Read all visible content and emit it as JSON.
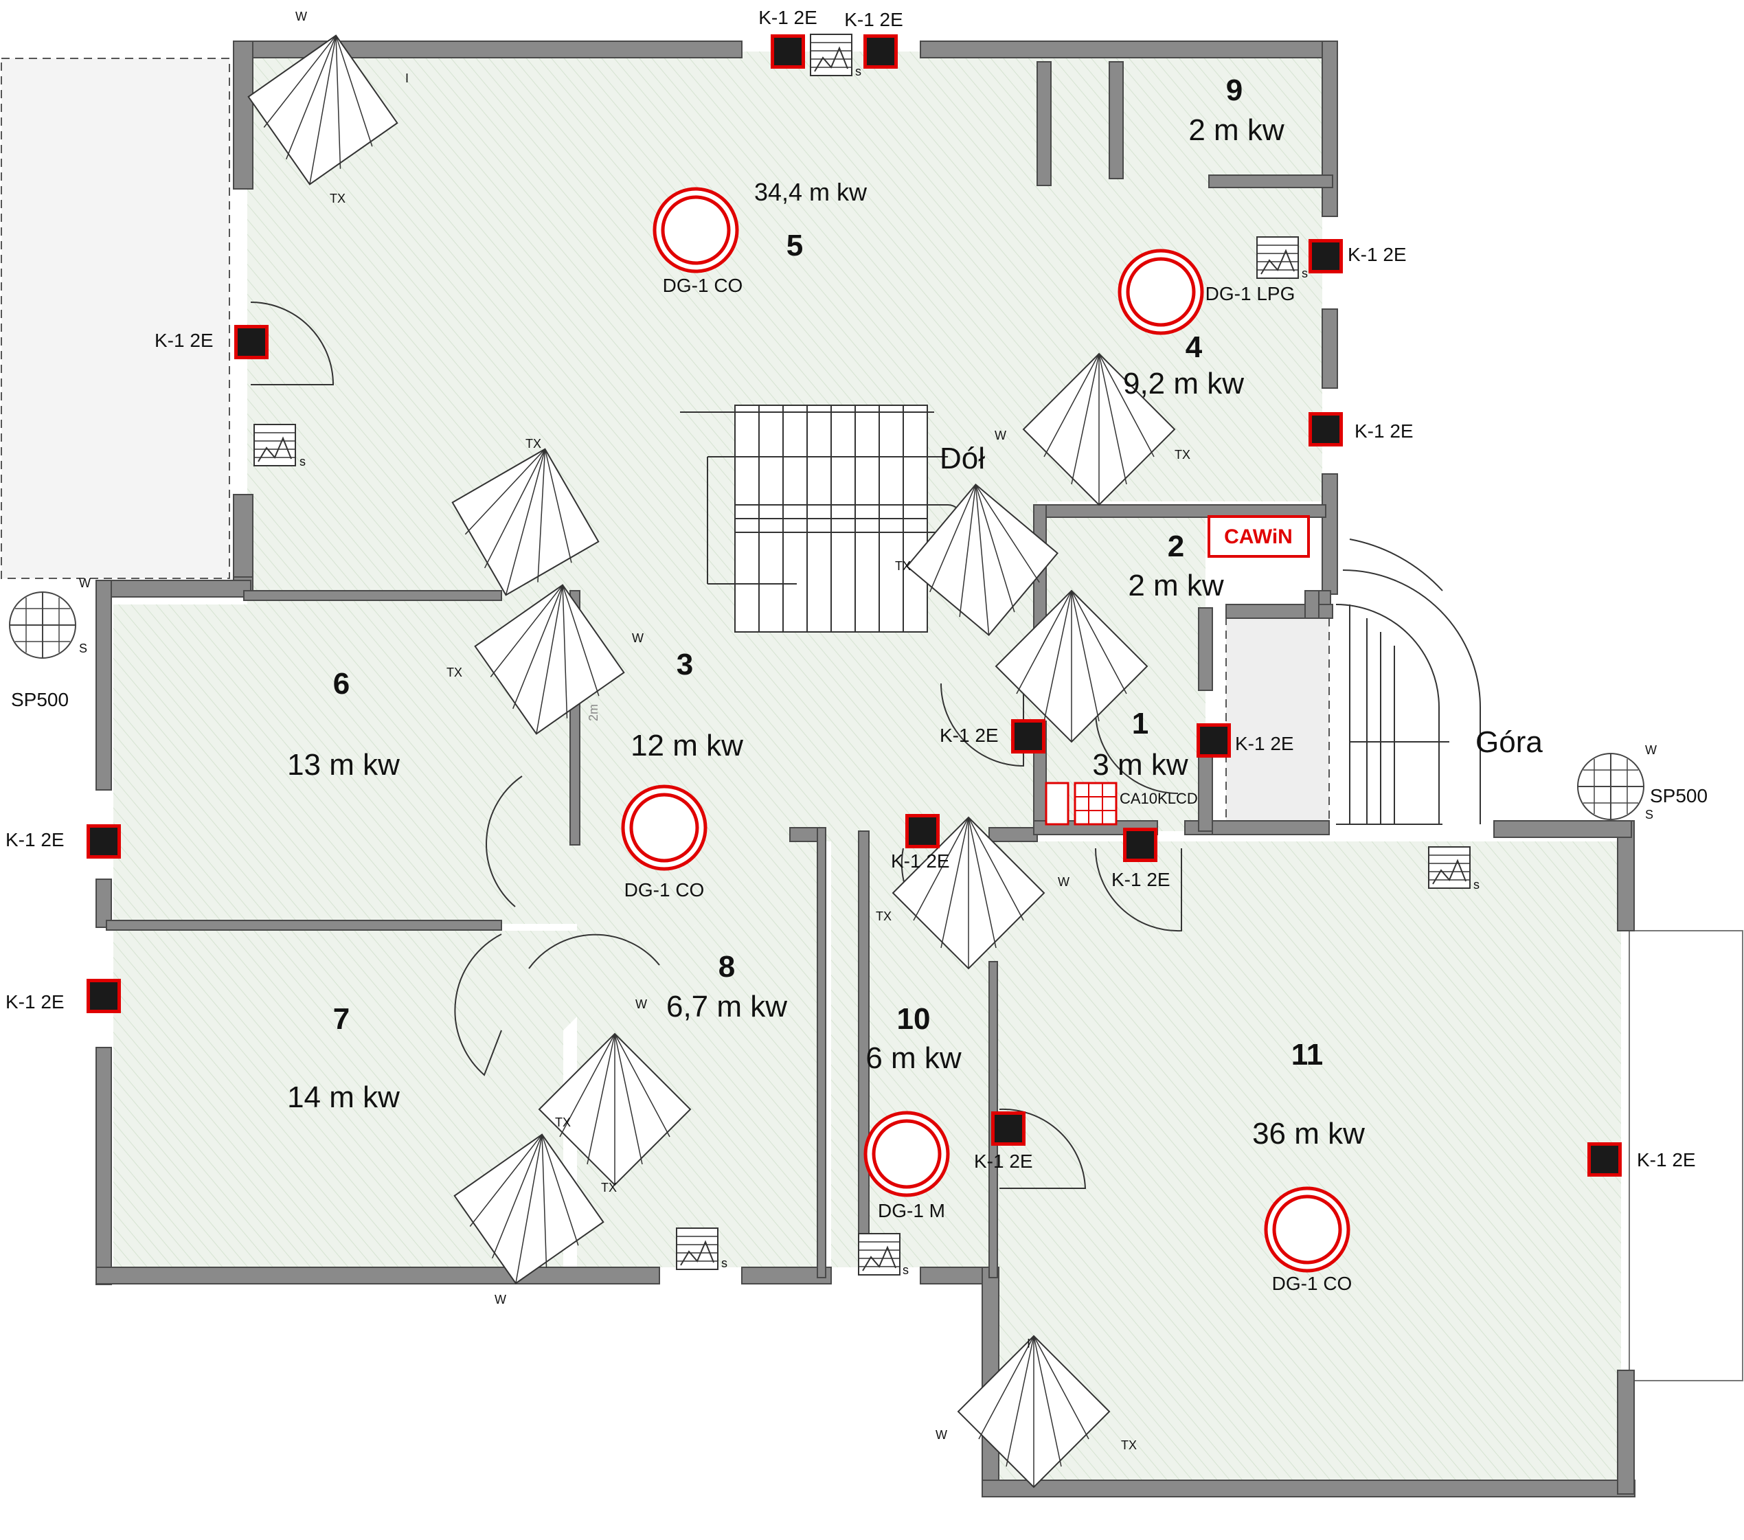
{
  "rooms": [
    {
      "id": "room-1",
      "number": "1",
      "area": "3 m kw"
    },
    {
      "id": "room-2",
      "number": "2",
      "area": "2 m kw"
    },
    {
      "id": "room-3",
      "number": "3",
      "area": "12 m kw"
    },
    {
      "id": "room-4",
      "number": "4",
      "area": "9,2 m kw"
    },
    {
      "id": "room-5",
      "number": "5",
      "area": "34,4 m kw"
    },
    {
      "id": "room-6",
      "number": "6",
      "area": "13 m kw"
    },
    {
      "id": "room-7",
      "number": "7",
      "area": "14 m kw"
    },
    {
      "id": "room-8",
      "number": "8",
      "area": "6,7 m kw"
    },
    {
      "id": "room-9",
      "number": "9",
      "area": "2 m kw"
    },
    {
      "id": "room-10",
      "number": "10",
      "area": "6 m kw"
    },
    {
      "id": "room-11",
      "number": "11",
      "area": "36 m kw"
    }
  ],
  "detectors": {
    "dg_co": "DG-1 CO",
    "dg_lpg": "DG-1 LPG",
    "dg_m": "DG-1 M"
  },
  "sensor_label": "K-1 2E",
  "stairs": {
    "down": "Dół",
    "up": "Góra"
  },
  "panel": "CA10KLCD",
  "brand": "CAWiN",
  "sp500": "SP500",
  "marks": {
    "w": "W",
    "s": "S",
    "tx": "TX",
    "i": "I",
    "s_small": "s"
  },
  "stair_height": "2m",
  "colors": {
    "wall": "#8a8a8a",
    "floor": "#eef3ec",
    "device": "#e00000",
    "device_fill": "#1a1a1a"
  }
}
